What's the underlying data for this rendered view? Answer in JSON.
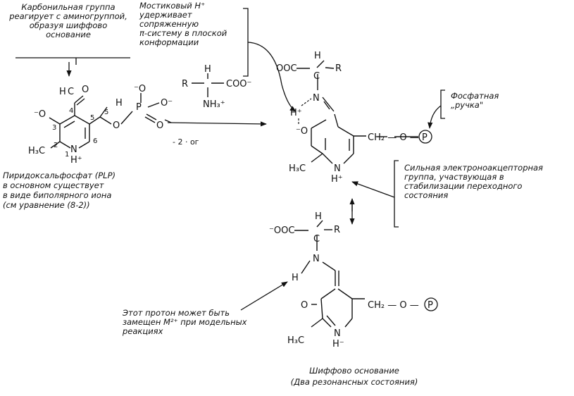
{
  "annotations": {
    "carbonyl": [
      "Карбонильная группа",
      "реагирует с аминогруппой,",
      "образуя шиффово",
      "основание"
    ],
    "bridging_h": [
      "Мостиковый H⁺",
      "удерживает",
      "сопряженную",
      "π-систему в плоской",
      "конформации"
    ],
    "phosphate": [
      "Фосфатная",
      "„ручка\""
    ],
    "electron_acceptor": [
      "Сильная электроноакцепторная",
      "группа, участвующая в",
      "стабилизации переходного",
      "состояния"
    ],
    "proton": [
      "Этот протон может быть",
      "замещен M²⁺ при модельных",
      "реакциях"
    ],
    "plp_caption": [
      "Пиридоксальфосфат (PLP)",
      "в основном существует",
      "в виде биполярного иона",
      "(см уравнение (8-2))"
    ],
    "schiff_caption": [
      "Шиффово основание",
      "(Два резонансных состояния)"
    ]
  },
  "reaction": {
    "arrow_label": "- 2 ·  ог"
  },
  "atoms": {
    "plp": {
      "H": "H",
      "C": "C",
      "O_ald": "O",
      "O_minus": "⁻O",
      "n3": "3",
      "n4": "4",
      "n5": "5",
      "n2": "2",
      "n6": "6",
      "n1": "1",
      "H3C": "H₃C",
      "N": "N",
      "Hplus": "H⁺",
      "H5": "H",
      "O_link": "O",
      "P": "P",
      "O_top": "⁻O",
      "O_right": "O⁻",
      "O_low": "O"
    },
    "amino_acid": {
      "R": "R",
      "H": "H",
      "COO": "COO⁻",
      "NH3": "NH₃⁺"
    },
    "schiff1": {
      "OOC": "OOC",
      "H": "H",
      "R": "R",
      "C": "C",
      "H_plus": "H⁺",
      "N": "N",
      "O_minus": "⁻O",
      "H3C": "H₃C",
      "N_ring": "N",
      "H_ring": "H⁺",
      "CH2O": "CH₂ — O —",
      "P": "P"
    },
    "schiff2": {
      "OOC": "⁻OOC",
      "H": "H",
      "R": "R",
      "C": "C",
      "H_N": "H",
      "N": "N",
      "O": "O",
      "H3C": "H₃C",
      "N_ring": "N",
      "H_ring": "H⁻",
      "CH2O": "CH₂ — O —",
      "P": "P"
    }
  }
}
